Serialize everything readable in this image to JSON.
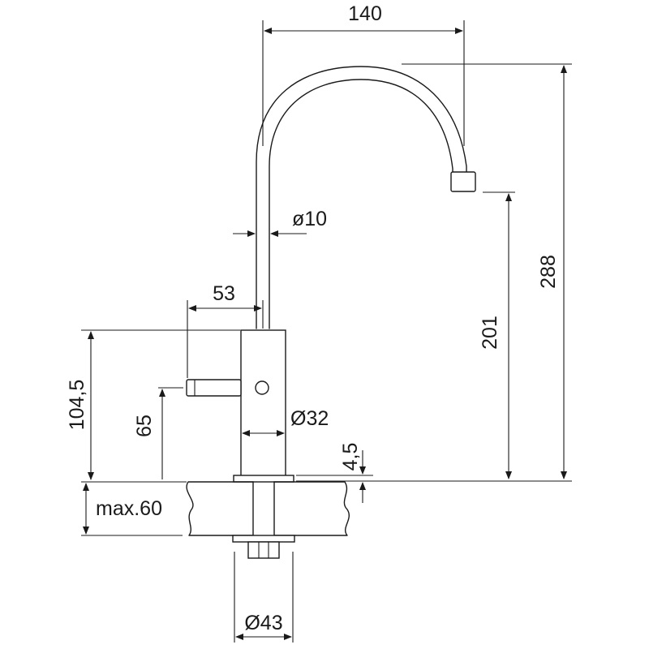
{
  "dimensions": {
    "spout_reach": "140",
    "spout_diameter": "ø10",
    "lever_length": "53",
    "total_height": "288",
    "outlet_height": "201",
    "body_height": "104,5",
    "lever_height": "65",
    "body_diameter": "Ø32",
    "base_ring": "4,5",
    "worktop_thickness": "max.60",
    "base_diameter": "Ø43"
  }
}
